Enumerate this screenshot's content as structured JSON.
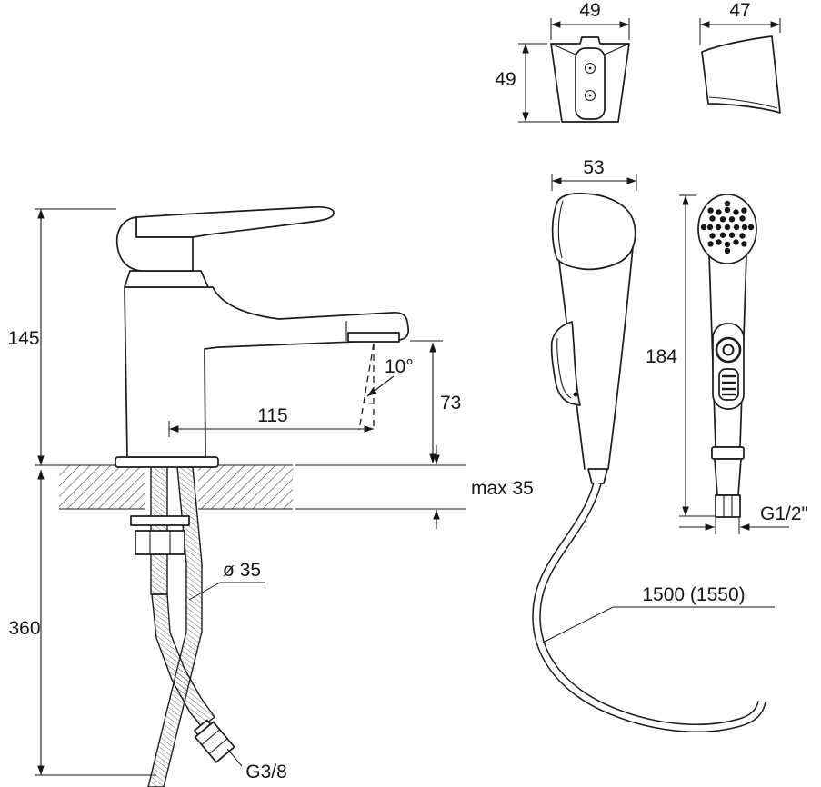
{
  "faucet": {
    "dim_total_height": "145",
    "dim_spout_reach": "115",
    "dim_spout_angle": "10°",
    "dim_spout_height": "73",
    "dim_deck_thickness": "max 35",
    "dim_hole_diameter": "ø 35",
    "dim_supply_hose_length": "360",
    "supply_thread": "G3/8"
  },
  "bracket": {
    "dim_front_width": "49",
    "dim_front_height": "49",
    "dim_side_width": "47"
  },
  "hand_shower": {
    "dim_head_width": "53",
    "dim_total_length": "184",
    "connection_thread": "G1/2\"",
    "hose_length": "1500 (1550)"
  }
}
